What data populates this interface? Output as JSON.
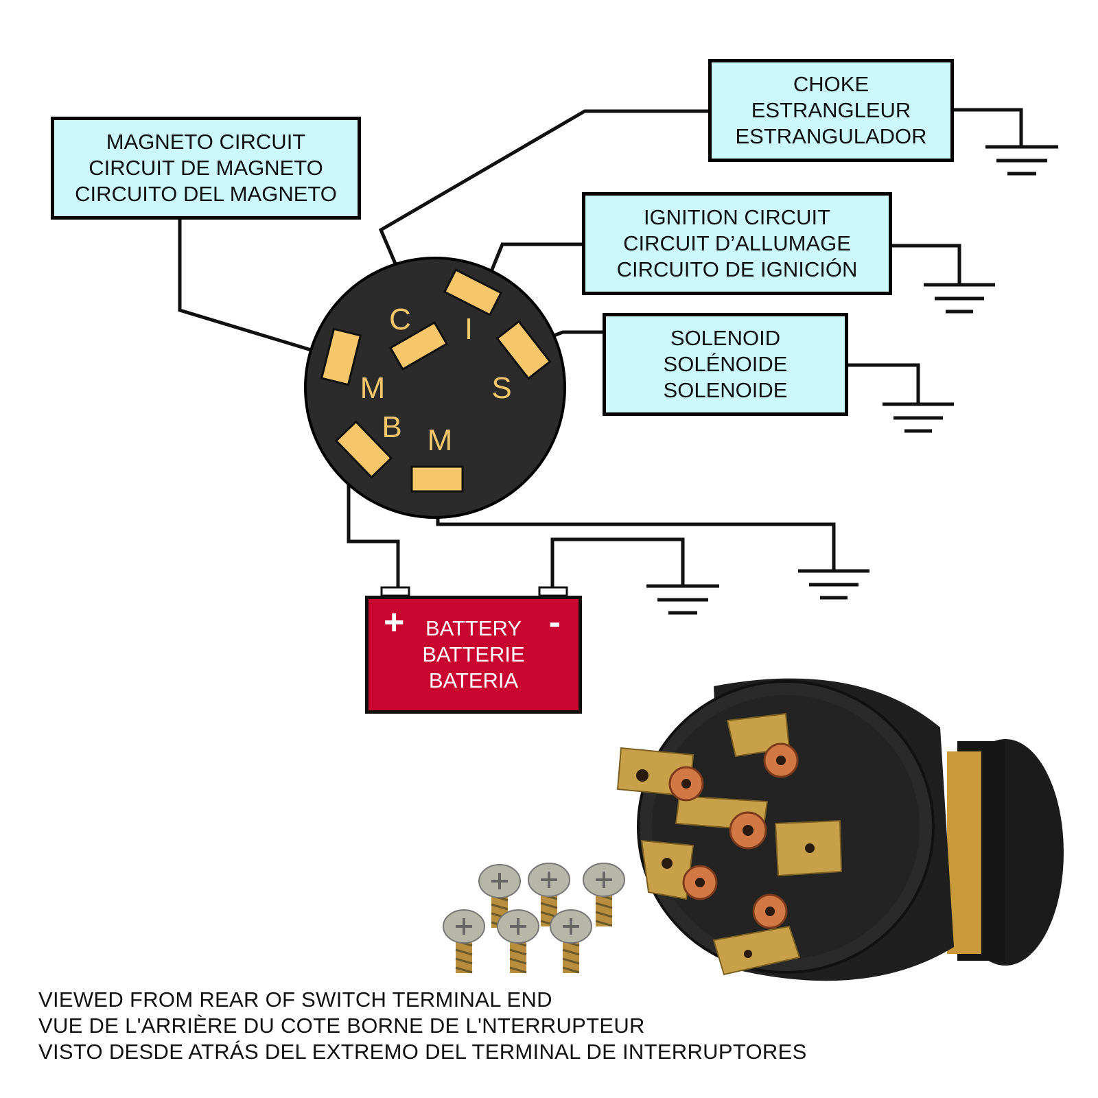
{
  "boxes": {
    "magneto": [
      "MAGNETO CIRCUIT",
      "CIRCUIT DE MAGNETO",
      "CIRCUITO DEL MAGNETO"
    ],
    "choke": [
      "CHOKE",
      "ESTRANGLEUR",
      "ESTRANGULADOR"
    ],
    "ignition": [
      "IGNITION CIRCUIT",
      "CIRCUIT D’ALLUMAGE",
      "CIRCUITO DE IGNICIÓN"
    ],
    "solenoid": [
      "SOLENOID",
      "SOLÉNOIDE",
      "SOLENOIDE"
    ]
  },
  "battery": {
    "plus": "+",
    "minus": "-",
    "lines": [
      "BATTERY",
      "BATTERIE",
      "BATERIA"
    ]
  },
  "terminal_letters": {
    "c": "C",
    "i": "I",
    "s": "S",
    "m_left": "M",
    "b": "B",
    "m_bottom": "M"
  },
  "caption": [
    "VIEWED FROM REAR OF SWITCH TERMINAL END",
    "VUE DE L'ARRIÈRE DU COTE BORNE DE L'NTERRUPTEUR",
    "VISTO DESDE ATRÁS DEL EXTREMO DEL TERMINAL DE INTERRUPTORES"
  ],
  "colors": {
    "box_fill": "#ccf8fb",
    "terminal": "#f5c76a",
    "switch_face": "#2b2b2b",
    "battery": "#c8062f",
    "wire": "#111111"
  }
}
